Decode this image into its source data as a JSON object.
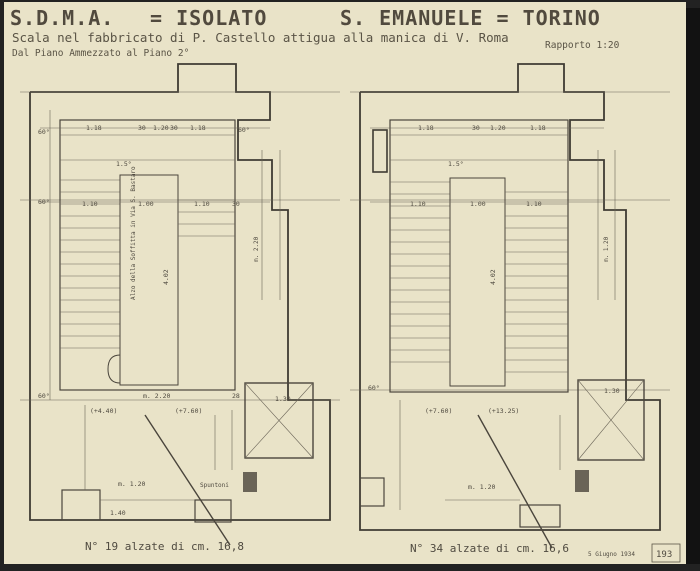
{
  "header": {
    "title_left": "S.D.M.A.",
    "title_mid": "= ISOLATO",
    "title_right": "S. EMANUELE = TORINO",
    "subtitle": "Scala nel fabbricato di P. Castello attigua alla manica di V. Roma",
    "floors": "Dal Piano Ammezzato al Piano 2°",
    "scale": "Rapporto 1:20"
  },
  "left_plan": {
    "top_dims": [
      "60°",
      "1.18",
      "30",
      "1.20",
      "30",
      "1.18",
      "60°"
    ],
    "row_dims": [
      "60°",
      "1.10",
      "1.00",
      "1.10",
      "30",
      "1.5°"
    ],
    "note": "Alzo della Soffitta in Via S. Bastaro",
    "length": "4.02",
    "side_dim": "m. 2.20",
    "bottom_dims": [
      "60°",
      "m. 2.20",
      "28",
      "1.30"
    ],
    "level_a": "(+4.40)",
    "level_b": "(+7.60)",
    "width_dim": "m. 1.20",
    "width_dim2": "1.40",
    "label_passage": "Spuntoni",
    "caption": "N° 19 alzate di cm. 16,8"
  },
  "right_plan": {
    "top_dims": [
      "1.18",
      "30",
      "1.20",
      "1.18"
    ],
    "row_dims": [
      "1.10",
      "1.00",
      "1.10",
      "1.5°"
    ],
    "length": "4.02",
    "side_dim": "m. 1.20",
    "bottom_dims": [
      "60°",
      "1.30"
    ],
    "level_a": "(+7.60)",
    "level_b": "(+13.25)",
    "width_dim": "m. 1.20",
    "caption": "N° 34 alzate di cm. 16,6"
  },
  "footer": {
    "date": "5 Giugno 1934",
    "sheet_number": "193"
  }
}
